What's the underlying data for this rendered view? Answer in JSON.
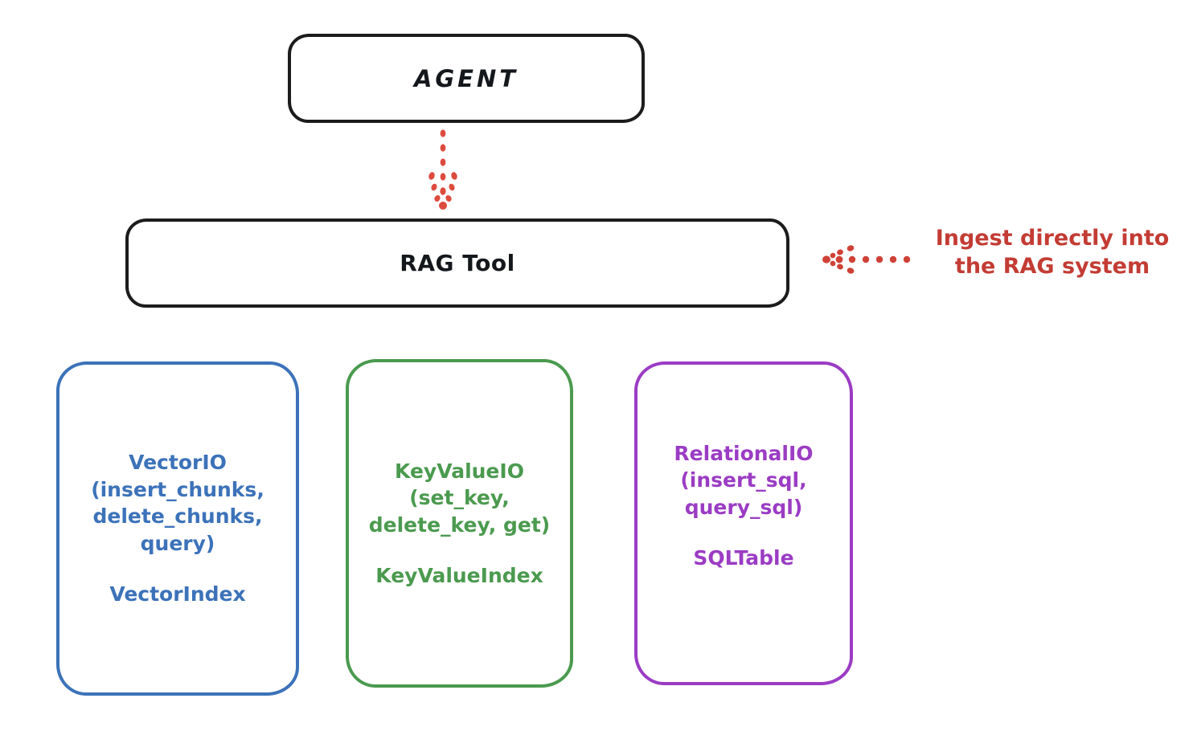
{
  "diagram": {
    "title": "RAG Tool architecture",
    "background_color": "#ffffff",
    "nodes": {
      "agent": {
        "label": "AGENT",
        "color": "#1c1c1c"
      },
      "rag_tool": {
        "label": "RAG Tool",
        "color": "#1c1c1c"
      },
      "vector_io": {
        "api_label": "VectorIO\n(insert_chunks,\ndelete_chunks,\nquery)",
        "index_label": "VectorIndex",
        "color": "#3C72B9"
      },
      "key_value_io": {
        "api_label": "KeyValueIO\n(set_key,\ndelete_key, get)",
        "index_label": "KeyValueIndex",
        "color": "#4B9A4F"
      },
      "relational_io": {
        "api_label": "RelationalIO\n(insert_sql,\nquery_sql)",
        "index_label": "SQLTable",
        "color": "#9B3CC4"
      }
    },
    "annotations": {
      "ingest": {
        "text": "Ingest directly into\nthe RAG system",
        "color": "#C33C34"
      }
    },
    "edges": {
      "agent_to_rag_tool": {
        "style": "dotted",
        "direction": "down",
        "color": "#DD4B3E"
      },
      "ingest_to_rag_tool": {
        "style": "dotted",
        "direction": "left",
        "color": "#CF4136"
      }
    }
  }
}
